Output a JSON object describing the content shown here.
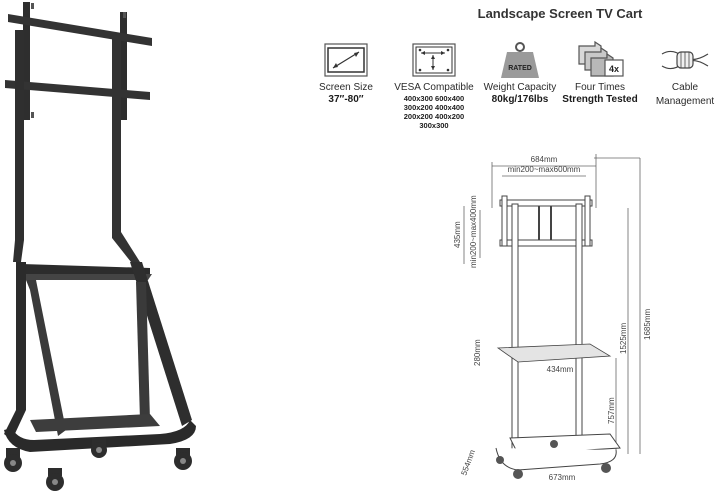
{
  "title": "Landscape Screen TV Cart",
  "features": [
    {
      "icon": "screen-size-icon",
      "label": "Screen Size",
      "value": "37″-80″"
    },
    {
      "icon": "vesa-icon",
      "label": "VESA Compatible",
      "values": [
        "400x300 600x400",
        "300x200 400x400",
        "200x200 400x200",
        "300x300"
      ]
    },
    {
      "icon": "weight-icon",
      "icon_text": "RATED",
      "label": "Weight Capacity",
      "value": "80kg/176lbs"
    },
    {
      "icon": "strength-test-icon",
      "icon_text": "4x",
      "label": "Four Times",
      "value": "Strength Tested"
    },
    {
      "icon": "cable-management-icon",
      "label": "Cable",
      "value": "Management"
    }
  ],
  "dimensions": {
    "overall_width": "684mm",
    "vesa_range_h": "min200~max600mm",
    "bracket_height": "435mm",
    "vesa_range_v": "min200~max400mm",
    "shelf_depth": "280mm",
    "shelf_width": "434mm",
    "shelf_height": "1525mm",
    "total_height": "1685mm",
    "base_depth": "554mm",
    "base_width": "673mm",
    "base_height": "757mm"
  }
}
